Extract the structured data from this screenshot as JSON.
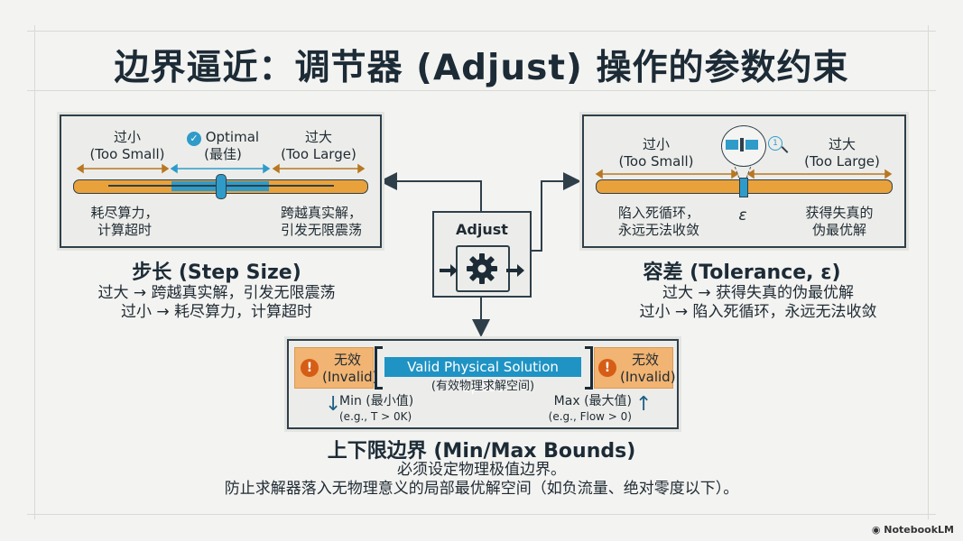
{
  "title": "边界逼近：调节器 (Adjust) 操作的参数约束",
  "step_panel": {
    "too_small_cn": "过小",
    "too_small_en": "(Too Small)",
    "optimal_en": "Optimal",
    "optimal_cn": "(最佳)",
    "too_large_cn": "过大",
    "too_large_en": "(Too Large)",
    "left_note_1": "耗尽算力，",
    "left_note_2": "计算超时",
    "right_note_1": "跨越真实解，",
    "right_note_2": "引发无限震荡"
  },
  "step_section": {
    "title": "步长 (Step Size)",
    "line1": "过大 → 跨越真实解，引发无限震荡",
    "line2": "过小 → 耗尽算力，计算超时"
  },
  "tol_panel": {
    "too_small_cn": "过小",
    "too_small_en": "(Too Small)",
    "too_large_cn": "过大",
    "too_large_en": "(Too Large)",
    "magnifier_number": "1",
    "epsilon": "ε",
    "left_note_1": "陷入死循环，",
    "left_note_2": "永远无法收敛",
    "right_note_1": "获得失真的",
    "right_note_2": "伪最优解"
  },
  "tol_section": {
    "title": "容差 (Tolerance, ε)",
    "line1": "过大 → 获得失真的伪最优解",
    "line2": "过小 → 陷入死循环，永远无法收敛"
  },
  "adjust": {
    "label": "Adjust",
    "icon": "gear-icon"
  },
  "bounds_panel": {
    "invalid_cn": "无效",
    "invalid_en": "(Invalid)",
    "valid_en": "Valid Physical Solution Space",
    "valid_cn": "(有效物理求解空间)",
    "min_label": "Min (最小值)",
    "min_example": "(e.g., T > 0K)",
    "max_label": "Max (最大值)",
    "max_example": "(e.g., Flow > 0)",
    "warning_mark": "!"
  },
  "bounds_section": {
    "title": "上下限边界 (Min/Max Bounds)",
    "line1": "必须设定物理极值边界。",
    "line2": "防止求解器落入无物理意义的局部最优解空间（如负流量、绝对零度以下）。"
  },
  "watermark": "NotebookLM",
  "colors": {
    "orange": "#e9a23b",
    "blue": "#2f9bc9",
    "dark": "#2f3f4a",
    "invalid_fill": "#f1b472",
    "warning": "#d65d16"
  }
}
